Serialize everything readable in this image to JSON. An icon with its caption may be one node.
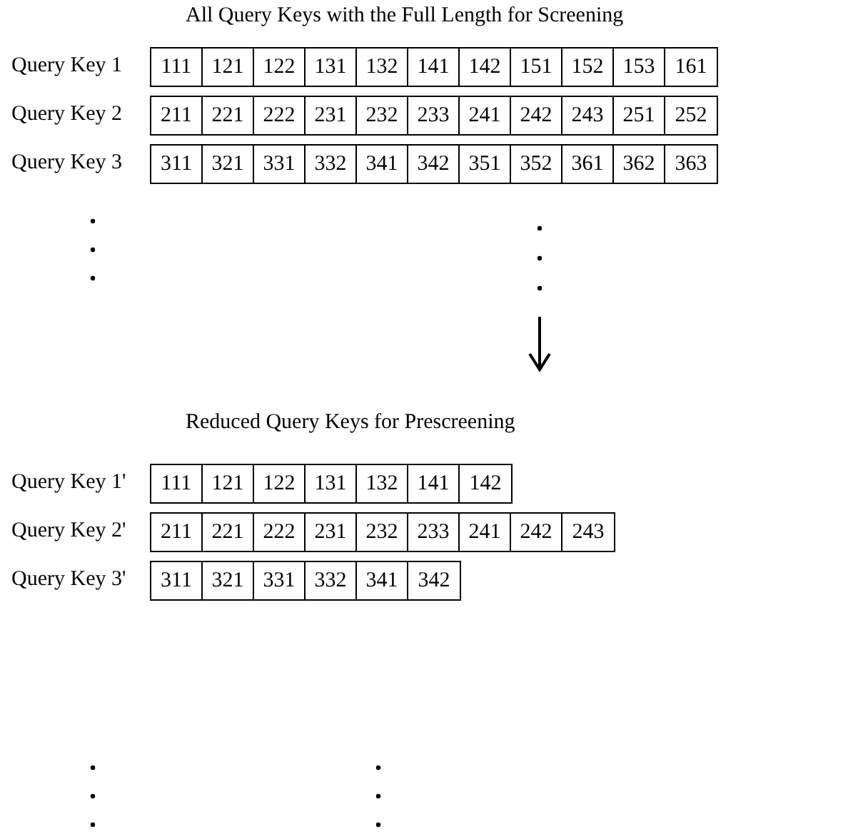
{
  "diagram": {
    "labels": [
      "All Query Keys with the Full Length for Screening",
      "Query Key 1",
      "111",
      "121",
      "122",
      "131",
      "132",
      "141",
      "142",
      "151",
      "152",
      "153",
      "161",
      "Query Key 2",
      "211",
      "221",
      "222",
      "231",
      "232",
      "233",
      "241",
      "242",
      "243",
      "251",
      "252",
      "Query Key 3",
      "311",
      "321",
      "331",
      "332",
      "341",
      "342",
      "351",
      "352",
      "361",
      "362",
      "363",
      "Reduced Query Keys for Prescreening",
      "Query Key 1'",
      "111",
      "121",
      "122",
      "131",
      "132",
      "141",
      "142",
      "Query Key 2'",
      "211",
      "221",
      "222",
      "231",
      "232",
      "233",
      "241",
      "242",
      "243",
      "Query Key 3'",
      "311",
      "321",
      "331",
      "332",
      "341",
      "342"
    ]
  }
}
